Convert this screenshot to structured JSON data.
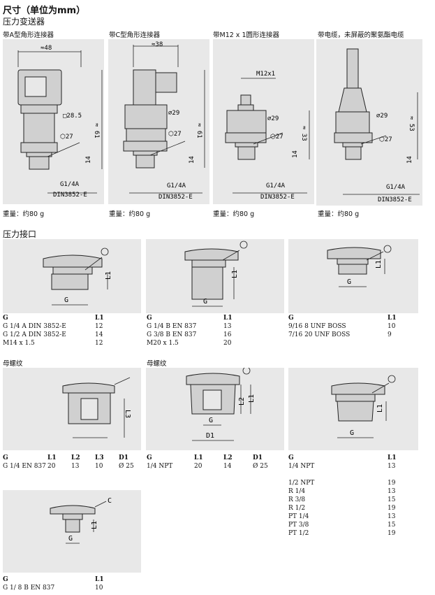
{
  "title": "尺寸（单位为mm）",
  "section1": {
    "heading": "压力变送器",
    "variants": [
      {
        "label": "带A型角形连接器",
        "weight": "重量：约80 g",
        "dims": [
          "≈48",
          "□28.5",
          "≈ 61",
          "⬡27",
          "14",
          "G1/4A",
          "DIN3852-E"
        ]
      },
      {
        "label": "带C型角形连接器",
        "weight": "重量：约80 g",
        "dims": [
          "≈38",
          "⌀29",
          "≈ 61",
          "⬡27",
          "14",
          "G1/4A",
          "DIN3852-E"
        ]
      },
      {
        "label": "带M12 x 1圆形连接器",
        "weight": "重量：约80 g",
        "dims": [
          "M12x1",
          "⌀29",
          "≈ 33",
          "⬡27",
          "14",
          "G1/4A",
          "DIN3852-E"
        ]
      },
      {
        "label": "带电缆，未屏蔽的聚氨酯电缆",
        "weight": "重量：约80 g",
        "dims": [
          "⌀29",
          "≈ 53",
          "⬡27",
          "14",
          "G1/4A",
          "DIN3852-E"
        ]
      }
    ]
  },
  "section2": {
    "heading": "压力接口",
    "male_tables": [
      {
        "headers": [
          "G",
          "L1"
        ],
        "rows": [
          [
            "G 1/4    A DIN 3852-E",
            "12"
          ],
          [
            "G 1/2    A DIN 3852-E",
            "14"
          ],
          [
            "M14 x 1.5",
            "12"
          ]
        ]
      },
      {
        "headers": [
          "G",
          "L1"
        ],
        "rows": [
          [
            "G 1/4 B EN 837",
            "13"
          ],
          [
            "G 3/8 B EN 837",
            "16"
          ],
          [
            "M20 x 1.5",
            "20"
          ]
        ]
      },
      {
        "headers": [
          "G",
          "L1"
        ],
        "rows": [
          [
            "9/16 8 UNF BOSS",
            "10"
          ],
          [
            "7/16 20 UNF BOSS",
            "9"
          ]
        ]
      }
    ],
    "female_label": "母螺纹",
    "female_label2": "母螺纹",
    "female_table1": {
      "headers": [
        "G",
        "L1",
        "L2",
        "L3",
        "D1"
      ],
      "rows": [
        [
          "G 1/4 EN 837",
          "20",
          "13",
          "10",
          "Ø 25"
        ]
      ]
    },
    "female_table2": {
      "headers": [
        "G",
        "L1",
        "L2",
        "D1"
      ],
      "rows": [
        [
          "1/4 NPT",
          "20",
          "14",
          "Ø 25"
        ]
      ]
    },
    "npt_table": {
      "headers": [
        "G",
        "L1"
      ],
      "rows": [
        [
          "1/4 NPT",
          "13"
        ],
        [
          "",
          ""
        ],
        [
          "1/2 NPT",
          "19"
        ],
        [
          "R 1/4",
          "13"
        ],
        [
          "R 3/8",
          "15"
        ],
        [
          "R 1/2",
          "19"
        ],
        [
          "PT 1/4",
          "13"
        ],
        [
          "PT 3/8",
          "15"
        ],
        [
          "PT 1/2",
          "19"
        ]
      ]
    },
    "small_table": {
      "headers": [
        "G",
        "L1"
      ],
      "rows": [
        [
          "G 1/ 8 B EN 837",
          "10"
        ]
      ]
    }
  }
}
